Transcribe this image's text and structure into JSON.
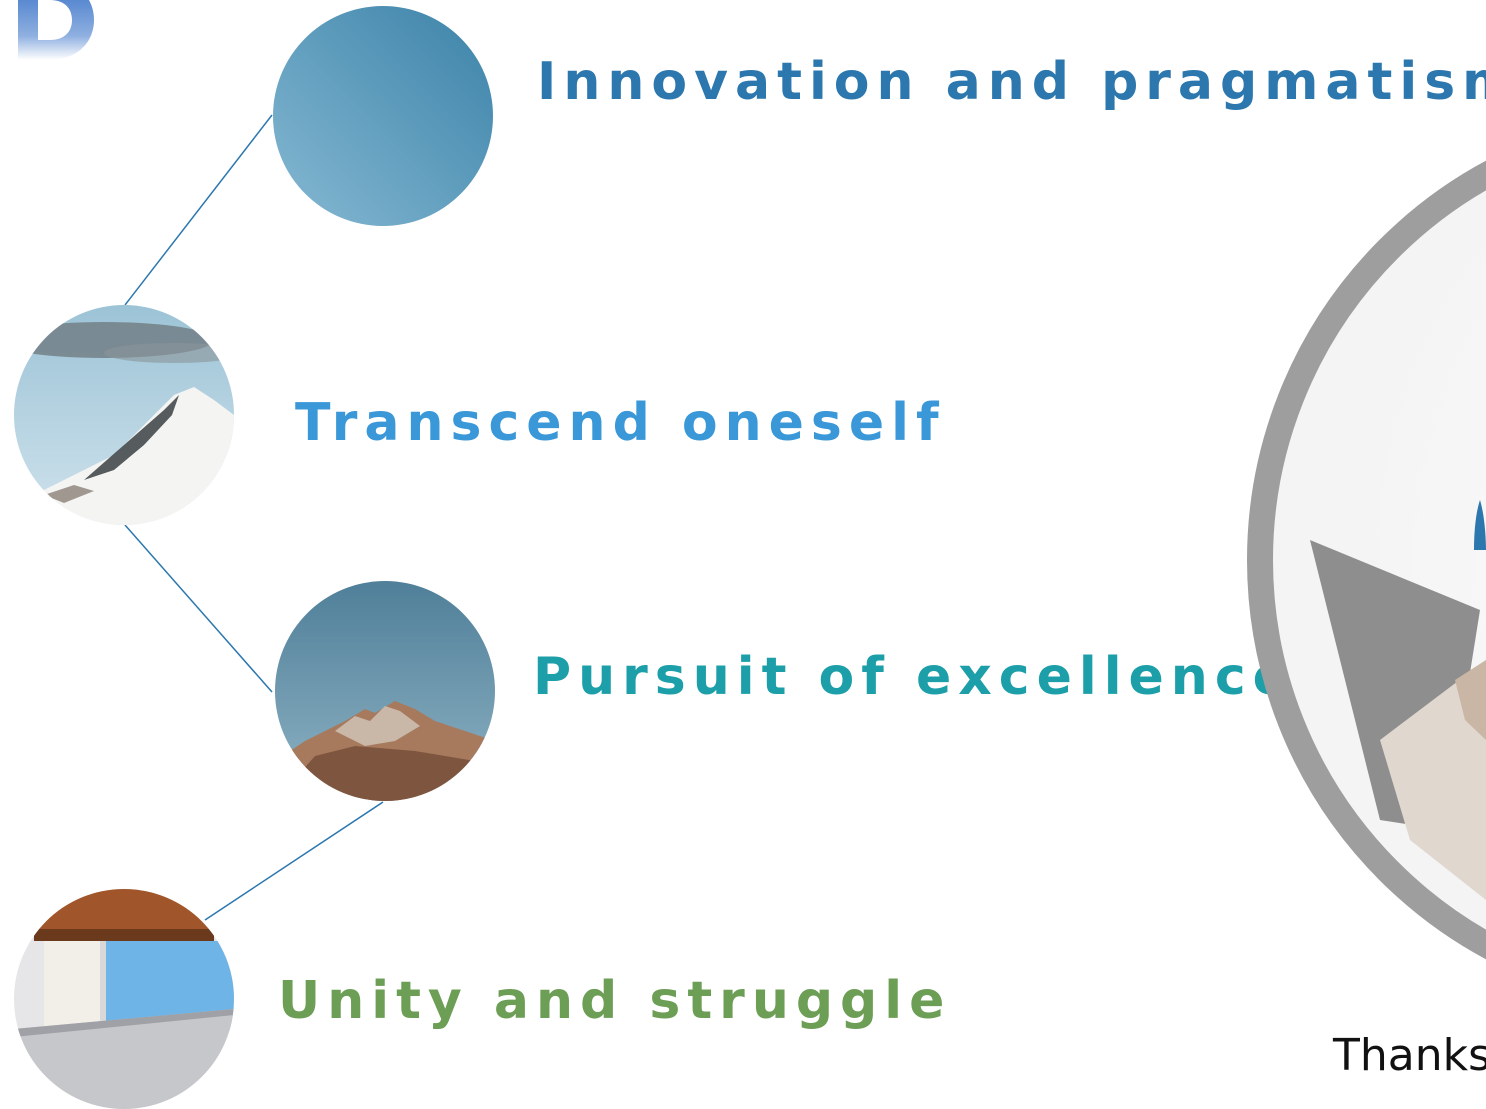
{
  "values": [
    {
      "id": "innovation",
      "label": "Innovation and pragmatism",
      "color": "#2B77AE"
    },
    {
      "id": "transcend",
      "label": "Transcend oneself",
      "color": "#3A97D8"
    },
    {
      "id": "excellence",
      "label": "Pursuit of excellence",
      "color": "#1C9FA8"
    },
    {
      "id": "unity",
      "label": "Unity and struggle",
      "color": "#6C9E56"
    }
  ],
  "images": [
    {
      "id": "gradient-circle",
      "icon": "blue-gradient-circle"
    },
    {
      "id": "snowy-mountain",
      "icon": "snow-mountain-photo"
    },
    {
      "id": "rocky-mountain",
      "icon": "rock-mountain-photo"
    },
    {
      "id": "window",
      "icon": "window-photo"
    }
  ],
  "footer": {
    "thanks_text": "Thanks"
  },
  "colors": {
    "connector": "#2B77AE",
    "ring": "#9E9E9E",
    "logo": "#3B73C8"
  }
}
